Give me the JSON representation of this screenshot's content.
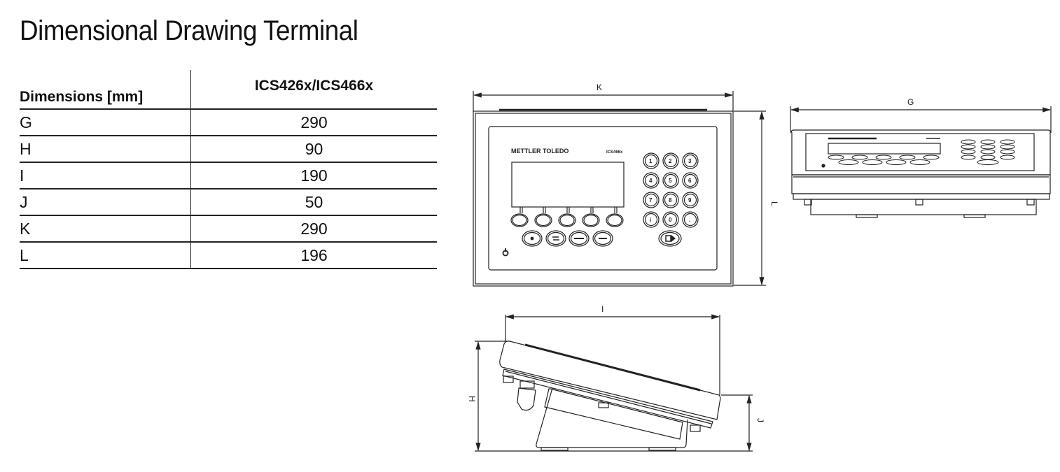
{
  "page": {
    "title": "Dimensional Drawing Terminal"
  },
  "table": {
    "headers": [
      "Dimensions [mm]",
      "ICS426x/ICS466x"
    ],
    "rows": [
      {
        "dim": "G",
        "value": "290"
      },
      {
        "dim": "H",
        "value": "90"
      },
      {
        "dim": "I",
        "value": "190"
      },
      {
        "dim": "J",
        "value": "50"
      },
      {
        "dim": "K",
        "value": "290"
      },
      {
        "dim": "L",
        "value": "196"
      }
    ]
  },
  "drawings": {
    "front_view": {
      "width_label": "K",
      "height_label": "L",
      "brand_text": "METTLER TOLEDO",
      "model_text": "ICS466x",
      "keypad_keys": [
        "1",
        "2",
        "3",
        "4",
        "5",
        "6",
        "7",
        "8",
        "9",
        "i",
        "0",
        "."
      ],
      "softkey_count": 5,
      "function_keys": [
        "zero-icon",
        "switch-icon",
        "tare-icon",
        "clear-tare-icon"
      ],
      "enter_key": "transfer-icon",
      "power_icon": "power-icon"
    },
    "rear_view": {
      "width_label": "G"
    },
    "side_view": {
      "depth_label": "I",
      "height_label": "H",
      "front_height_label": "J"
    }
  },
  "colors": {
    "line": "#222222",
    "background": "#ffffff"
  }
}
